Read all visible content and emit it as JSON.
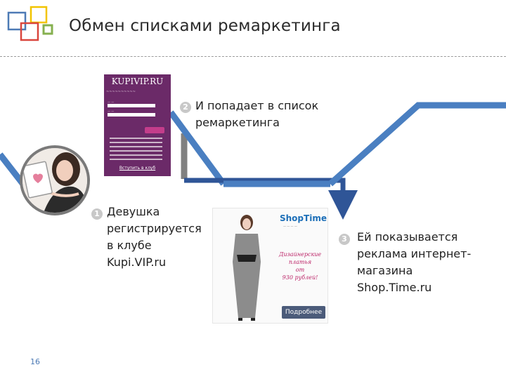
{
  "title": "Обмен списками ремаркетинга",
  "page_number": "16",
  "steps": [
    {
      "badge": "1",
      "lines": [
        "Девушка",
        "регистрируется",
        "в клубе",
        "Kupi.VIP.ru"
      ]
    },
    {
      "badge": "2",
      "lines": [
        "И попадает в список",
        "ремаркетинга"
      ]
    },
    {
      "badge": "3",
      "lines": [
        "Ей показывается",
        "реклама интернет-",
        "магазина",
        "Shop.Time.ru"
      ]
    }
  ],
  "kupivip_form": {
    "logo": "KUPIVIP.RU",
    "join_link": "Вступить в клуб"
  },
  "shoptime_ad": {
    "logo": "ShopTime",
    "promo_lines": [
      "Дизайнерские",
      "платья",
      "от",
      "930 рублей!"
    ],
    "button": "Подробнее"
  },
  "colors": {
    "blue": "#4a7fc1",
    "dark_blue": "#2f5597",
    "gray_connector": "#808080",
    "logo_square_red": "#d9463d",
    "logo_square_yellow": "#f2c400",
    "logo_square_green": "#86b04f",
    "logo_square_blue": "#4d7ab5"
  }
}
